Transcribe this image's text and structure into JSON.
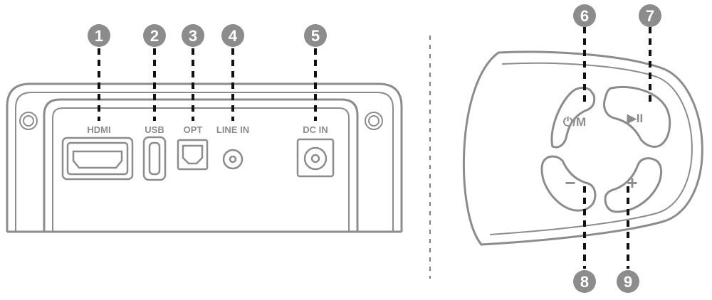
{
  "colors": {
    "outline": "#8c8c8c",
    "callout_fill": "#8c8c8c",
    "callout_text": "#ffffff",
    "leader": "#111111",
    "divider": "#555555"
  },
  "rear_panel": {
    "ports": [
      {
        "id": "1",
        "label": "HDMI"
      },
      {
        "id": "2",
        "label": "USB"
      },
      {
        "id": "3",
        "label": "OPT"
      },
      {
        "id": "4",
        "label": "LINE IN"
      },
      {
        "id": "5",
        "label": "DC IN"
      }
    ]
  },
  "control_panel": {
    "buttons": [
      {
        "id": "6",
        "label": "⏻/M",
        "icon": "power-mode-icon"
      },
      {
        "id": "7",
        "label": "▶II",
        "icon": "play-pause-icon"
      },
      {
        "id": "8",
        "label": "−",
        "icon": "volume-down-icon"
      },
      {
        "id": "9",
        "label": "+",
        "icon": "volume-up-icon"
      }
    ]
  }
}
